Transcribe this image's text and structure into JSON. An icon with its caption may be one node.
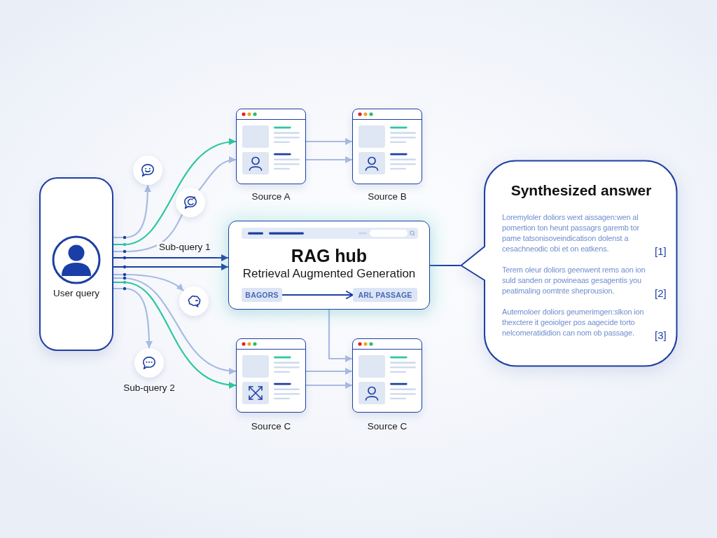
{
  "diagram": {
    "nodes": [
      {
        "text": [
          "User query"
        ]
      },
      {
        "text": [],
        "shape": "circle"
      },
      {
        "text": [],
        "shape": "circle"
      },
      {
        "text": [],
        "shape": "box",
        "beside": [
          "Source A"
        ]
      },
      {
        "text": [],
        "shape": "box",
        "beside": [
          "Source B"
        ]
      },
      {
        "text": [
          "RAG hub",
          "Retrieval Augmented Generation"
        ]
      },
      {
        "text": [
          "BAGORS"
        ],
        "in": 5
      },
      {
        "text": [
          "ARL PASSAGE"
        ],
        "in": 5
      },
      {
        "text": [],
        "shape": "circle"
      },
      {
        "text": [],
        "shape": "circle",
        "beside": [
          "Sub-query 2"
        ]
      },
      {
        "text": [],
        "shape": "box",
        "beside": [
          "Source C"
        ]
      },
      {
        "text": [],
        "shape": "box",
        "beside": [
          "Source C"
        ]
      },
      {
        "text": [
          "Synthesized answer",
          "Loremyloler doliors wext aissagen:wen al pomertion ton heunt passagrs garemb tor pame tatsonisoveindicatison dolenst a cesachneodic obi et on eatkens.",
          "[1]",
          "Terem oleur doliors geenwent rems aon ion suld sanden or powineaas gesagentis you peatimaling oomtnte sheprousion.",
          "[2]",
          "Autemoloer doliors geumerimgen:slkon ion thexctere it geoiolger pos aagecide torto nelcomeratididion can nom ob passage.",
          "[3]"
        ]
      }
    ],
    "edges": [
      {
        "from": 0,
        "to": 1,
        "arrow": "to"
      },
      {
        "from": 0,
        "to": 3,
        "arrow": "to",
        "color": "#2cc79f"
      },
      {
        "from": 0,
        "to": 2,
        "arrow": "none"
      },
      {
        "from": 0,
        "to": 5,
        "arrow": "to",
        "label": "Sub-query 1",
        "color": "#1d3fa3"
      },
      {
        "from": 0,
        "to": 5,
        "arrow": "to",
        "color": "#1d3fa3"
      },
      {
        "from": 0,
        "to": 8,
        "arrow": "to"
      },
      {
        "from": 0,
        "to": 10,
        "arrow": "to"
      },
      {
        "from": 0,
        "to": 10,
        "arrow": "to",
        "color": "#2cc79f"
      },
      {
        "from": 0,
        "to": 9,
        "arrow": "to"
      },
      {
        "from": 3,
        "to": 4,
        "arrow": "to"
      },
      {
        "from": 3,
        "to": 4,
        "arrow": "to"
      },
      {
        "from": 5,
        "to": 11,
        "arrow": "to"
      },
      {
        "from": 10,
        "to": 11,
        "arrow": "to"
      },
      {
        "from": 10,
        "to": 11,
        "arrow": "to"
      },
      {
        "from": 5,
        "to": 12,
        "arrow": "none",
        "color": "#1d3fa3"
      },
      {
        "from": 6,
        "to": 7,
        "arrow": "to",
        "color": "#1d3fa3"
      },
      {
        "from": 2,
        "to": 3,
        "arrow": "to"
      }
    ]
  }
}
